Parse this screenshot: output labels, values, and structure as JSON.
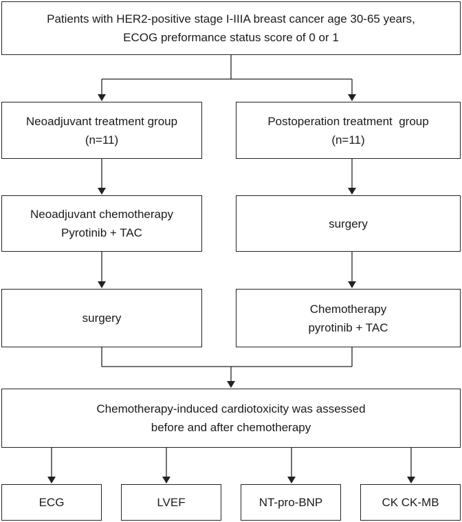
{
  "top_box": {
    "lines": [
      "Patients with HER2-positive stage I-IIIA breast cancer age 30-65 years,",
      "ECOG preformance status score of 0 or 1"
    ]
  },
  "left_group": {
    "lines": [
      "Neoadjuvant treatment group",
      "(n=11)"
    ]
  },
  "right_group": {
    "lines": [
      "Postoperation treatment  group",
      "(n=11)"
    ]
  },
  "left_step1": {
    "lines": [
      "Neoadjuvant chemotherapy",
      "Pyrotinib + TAC"
    ]
  },
  "right_step1": {
    "lines": [
      "surgery"
    ]
  },
  "left_step2": {
    "lines": [
      "surgery"
    ]
  },
  "right_step2": {
    "lines": [
      "Chemotherapy",
      "pyrotinib + TAC"
    ]
  },
  "assessment_box": {
    "lines": [
      "Chemotherapy-induced cardiotoxicity was assessed",
      "before and after chemotherapy"
    ]
  },
  "outcomes": [
    "ECG",
    "LVEF",
    "NT-pro-BNP",
    "CK CK-MB"
  ]
}
